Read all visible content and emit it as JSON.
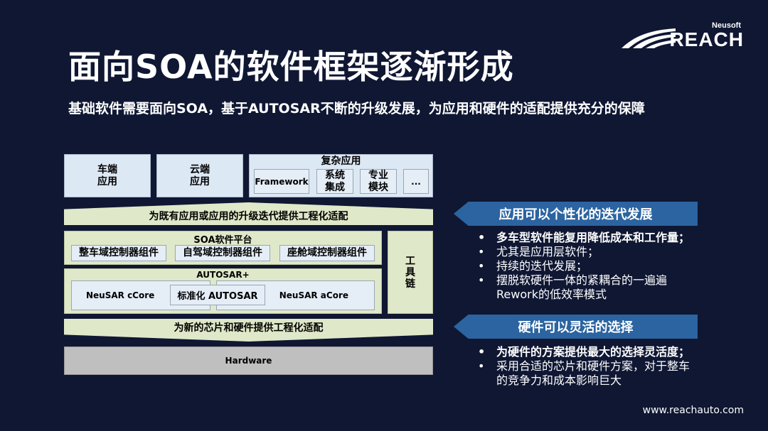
{
  "header": {
    "title": "面向SOA的软件框架逐渐形成",
    "subtitle": "基础软件需要面向SOA，基于AUTOSAR不断的升级发展，为应用和硬件的适配提供充分的保障"
  },
  "logo": {
    "brand_small": "Neusoft",
    "brand_main": "REACH",
    "icon": "road-stripes-icon"
  },
  "diagram": {
    "apps": {
      "vehicle": "车端\n应用",
      "vehicle_l1": "车端",
      "vehicle_l2": "应用",
      "cloud_l1": "云端",
      "cloud_l2": "应用",
      "complex": {
        "label": "复杂应用",
        "items": [
          {
            "l1": "Framework",
            "l2": ""
          },
          {
            "l1": "系统",
            "l2": "集成"
          },
          {
            "l1": "专业",
            "l2": "模块"
          },
          {
            "l1": "...",
            "l2": ""
          }
        ]
      }
    },
    "upper_adapter": "为既有应用或应用的升级迭代提供工程化适配",
    "soa_platform": {
      "label": "SOA软件平台",
      "components": [
        "整车域控制器组件",
        "自驾域控制器组件",
        "座舱域控制器组件"
      ]
    },
    "autosar_plus": {
      "label": "AUTOSAR+",
      "ccore": "NeuSAR cCore",
      "standard": "标准化 AUTOSAR",
      "acore": "NeuSAR aCore"
    },
    "toolchain": "工\n具\n链",
    "toolchain_chars": [
      "工",
      "具",
      "链"
    ],
    "lower_adapter": "为新的芯片和硬件提供工程化适配",
    "hardware": "Hardware"
  },
  "right_panel": {
    "section1": {
      "banner": "应用可以个性化的迭代发展",
      "bullets": [
        "多车型软件能复用降低成本和工作量；",
        "尤其是应用层软件；",
        "持续的迭代发展；",
        "摆脱软硬件一体的紧耦合的一遍遍Rework的低效率模式"
      ]
    },
    "section2": {
      "banner": "硬件可以灵活的选择",
      "bullets": [
        "为硬件的方案提供最大的选择灵活度；",
        "采用合适的芯片和硬件方案，对于整车的竞争力和成本影响巨大"
      ]
    }
  },
  "footer": {
    "url": "www.reachauto.com"
  },
  "colors": {
    "background": "#0f1733",
    "banner_blue": "#2b64a0",
    "light_blue_box": "#dde8f5",
    "green_box": "#dfe8c8",
    "hardware_gray": "#bfbfbf"
  }
}
